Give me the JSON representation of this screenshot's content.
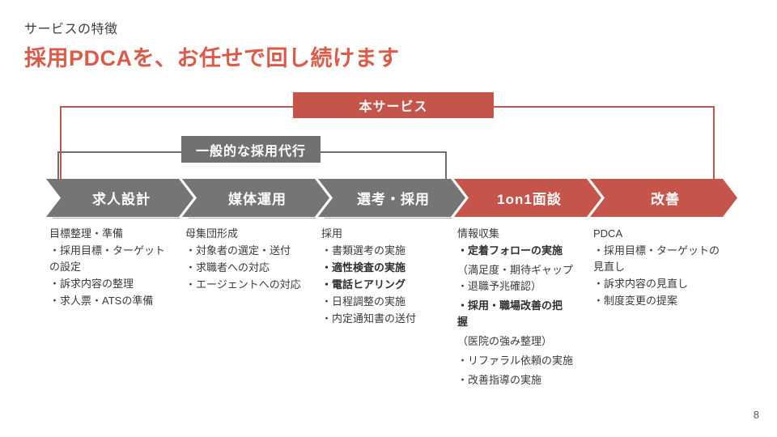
{
  "slide": {
    "eyebrow": "サービスの特徴",
    "title": "採用PDCAを、お任せで回し続けます",
    "page_number": "8"
  },
  "brackets": {
    "service": {
      "label": "本サービス",
      "color": "#c5554a"
    },
    "generic": {
      "label": "一般的な採用代行",
      "color": "#717171"
    }
  },
  "colors": {
    "accent_red": "#c5554a",
    "title_red": "#db5b48",
    "arrow_gray": "#757575",
    "body_text": "#3a3a3a"
  },
  "steps": [
    {
      "label": "求人設計",
      "variant": "gray",
      "heading": "目標整理・準備",
      "items": [
        {
          "text": "・採用目標・ターゲット\nの設定",
          "bold": false
        },
        {
          "text": "・訴求内容の整理",
          "bold": false
        },
        {
          "text": "・求人票・ATSの準備",
          "bold": false
        }
      ]
    },
    {
      "label": "媒体運用",
      "variant": "gray",
      "heading": "母集団形成",
      "items": [
        {
          "text": "・対象者の選定・送付",
          "bold": false
        },
        {
          "text": "・求職者への対応",
          "bold": false
        },
        {
          "text": "・エージェントへの対応",
          "bold": false
        }
      ]
    },
    {
      "label": "選考・採用",
      "variant": "gray",
      "heading": "採用",
      "items": [
        {
          "text": "・書類選考の実施",
          "bold": false
        },
        {
          "text": "・適性検査の実施",
          "bold": true
        },
        {
          "text": "・電話ヒアリング",
          "bold": true
        },
        {
          "text": "・日程調整の実施",
          "bold": false
        },
        {
          "text": "・内定通知書の送付",
          "bold": false
        }
      ]
    },
    {
      "label": "1on1面談",
      "variant": "red",
      "heading": "情報収集",
      "items": [
        {
          "text": "・定着フォローの実施",
          "bold": true
        },
        {
          "text": "（満足度・期待ギャップ\n・退職予兆確認）",
          "bold": false
        },
        {
          "text": "・採用・職場改善の把\n握",
          "bold": true
        },
        {
          "text": "（医院の強み整理）",
          "bold": false
        },
        {
          "text": "・リファラル依頼の実施",
          "bold": false
        },
        {
          "text": "・改善指導の実施",
          "bold": false
        }
      ]
    },
    {
      "label": "改善",
      "variant": "red",
      "heading": "PDCA",
      "items": [
        {
          "text": "・採用目標・ターゲットの\n見直し",
          "bold": false
        },
        {
          "text": "・訴求内容の見直し",
          "bold": false
        },
        {
          "text": "・制度変更の提案",
          "bold": false
        }
      ]
    }
  ]
}
